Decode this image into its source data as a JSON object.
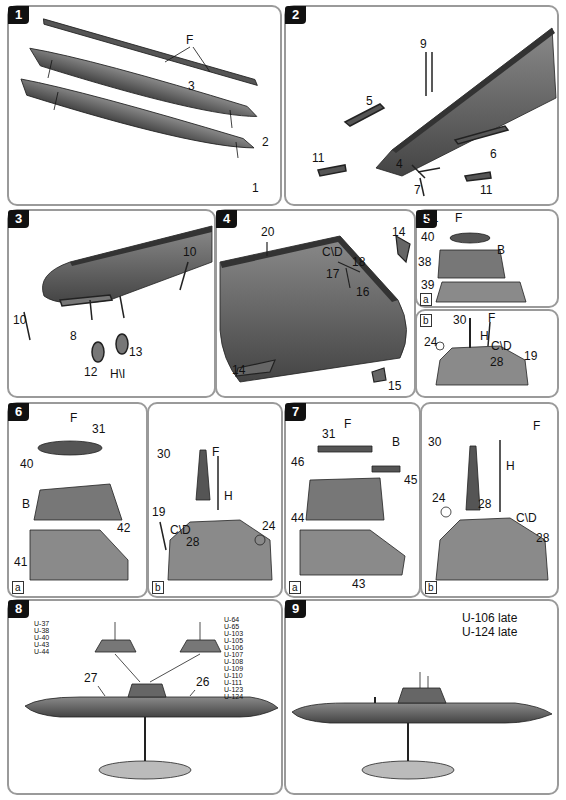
{
  "diagram": {
    "nodes": [
      {
        "text": [
          "1"
        ]
      },
      {
        "text": [
          "2"
        ]
      },
      {
        "text": [
          "3"
        ]
      },
      {
        "text": [
          "4"
        ]
      },
      {
        "text": [
          "5"
        ]
      },
      {
        "text": [
          "a"
        ]
      },
      {
        "text": [
          "b"
        ]
      },
      {
        "text": [
          "6"
        ]
      },
      {
        "text": [
          "a"
        ]
      },
      {
        "text": [
          "b"
        ]
      },
      {
        "text": [
          "7"
        ]
      },
      {
        "text": [
          "a"
        ]
      },
      {
        "text": [
          "b"
        ]
      },
      {
        "text": [
          "8"
        ]
      },
      {
        "text": [
          "9"
        ]
      }
    ],
    "labels": [
      "F",
      "3",
      "2",
      "1",
      "9",
      "5",
      "6",
      "11",
      "4",
      "7",
      "11",
      "10",
      "10",
      "8",
      "13",
      "12",
      "H\\I",
      "20",
      "14",
      "C\\D",
      "18",
      "17",
      "16",
      "14",
      "15",
      "31",
      "F",
      "40",
      "B",
      "38",
      "39",
      "30",
      "F",
      "H",
      "24",
      "C\\D",
      "19",
      "28",
      "F",
      "31",
      "40",
      "B",
      "42",
      "41",
      "30",
      "F",
      "H",
      "19",
      "C\\D",
      "24",
      "28",
      "31",
      "F",
      "B",
      "46",
      "45",
      "44",
      "43",
      "30",
      "F",
      "H",
      "24",
      "28",
      "C\\D",
      "28",
      "U-37 U-38 U-40 U-43 U-44",
      "U-64 U-65 U-103 U-105 U-106 U-107 U-108 U-109 U-110 U-111 U-123 U-124",
      "27",
      "26",
      "U-106 late",
      "U-124 late"
    ]
  }
}
